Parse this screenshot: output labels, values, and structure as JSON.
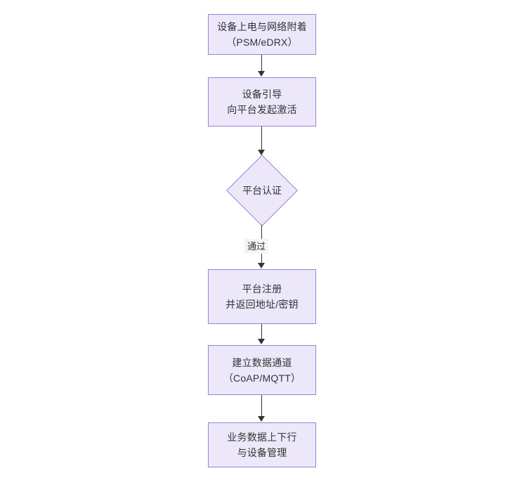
{
  "diagram": {
    "type": "flowchart",
    "orientation": "top-to-bottom",
    "background_color": "#ffffff",
    "node_fill_color": "#ece8fa",
    "node_border_color": "#9a7fd8",
    "connector_color": "#333333",
    "text_color": "#333333",
    "nodes": [
      {
        "id": "power",
        "shape": "rectangle",
        "line1": "设备上电与网络附着",
        "line2": "（PSM/eDRX）"
      },
      {
        "id": "boot",
        "shape": "rectangle",
        "line1": "设备引导",
        "line2": "向平台发起激活"
      },
      {
        "id": "auth",
        "shape": "diamond",
        "line1": "平台认证",
        "line2": ""
      },
      {
        "id": "register",
        "shape": "rectangle",
        "line1": "平台注册",
        "line2": "并返回地址/密钥"
      },
      {
        "id": "channel",
        "shape": "rectangle",
        "line1": "建立数据通道",
        "line2": "（CoAP/MQTT）"
      },
      {
        "id": "data",
        "shape": "rectangle",
        "line1": "业务数据上下行",
        "line2": "与设备管理"
      }
    ],
    "edges": [
      {
        "from": "power",
        "to": "boot",
        "label": ""
      },
      {
        "from": "boot",
        "to": "auth",
        "label": ""
      },
      {
        "from": "auth",
        "to": "register",
        "label": "通过"
      },
      {
        "from": "register",
        "to": "channel",
        "label": ""
      },
      {
        "from": "channel",
        "to": "data",
        "label": ""
      }
    ]
  }
}
